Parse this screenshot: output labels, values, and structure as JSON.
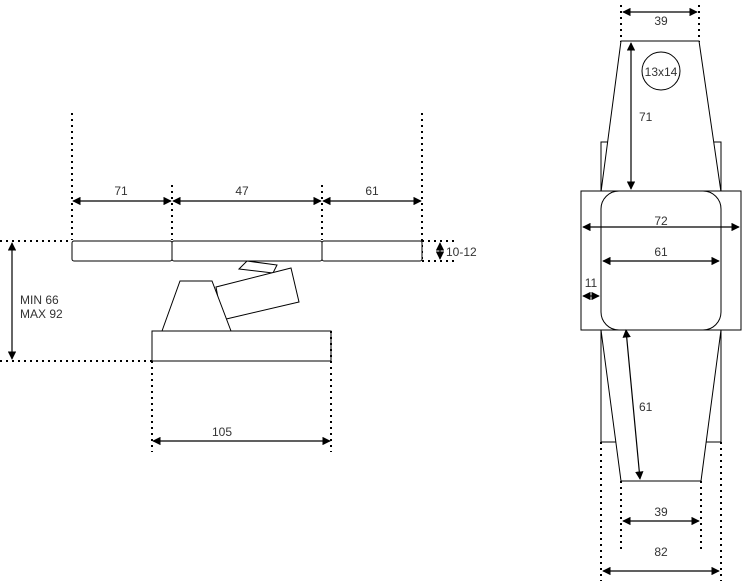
{
  "side_view": {
    "segment_left": "71",
    "segment_middle": "47",
    "segment_right": "61",
    "thickness": "10-12",
    "height_min": "MIN 66",
    "height_max": "MAX 92",
    "base_width": "105"
  },
  "top_view": {
    "head_width": "39",
    "head_rest_size": "13x14",
    "head_length": "71",
    "total_width": "72",
    "seat_width": "61",
    "armrest_width": "11",
    "leg_length": "61",
    "foot_width": "39",
    "base_width": "82"
  }
}
